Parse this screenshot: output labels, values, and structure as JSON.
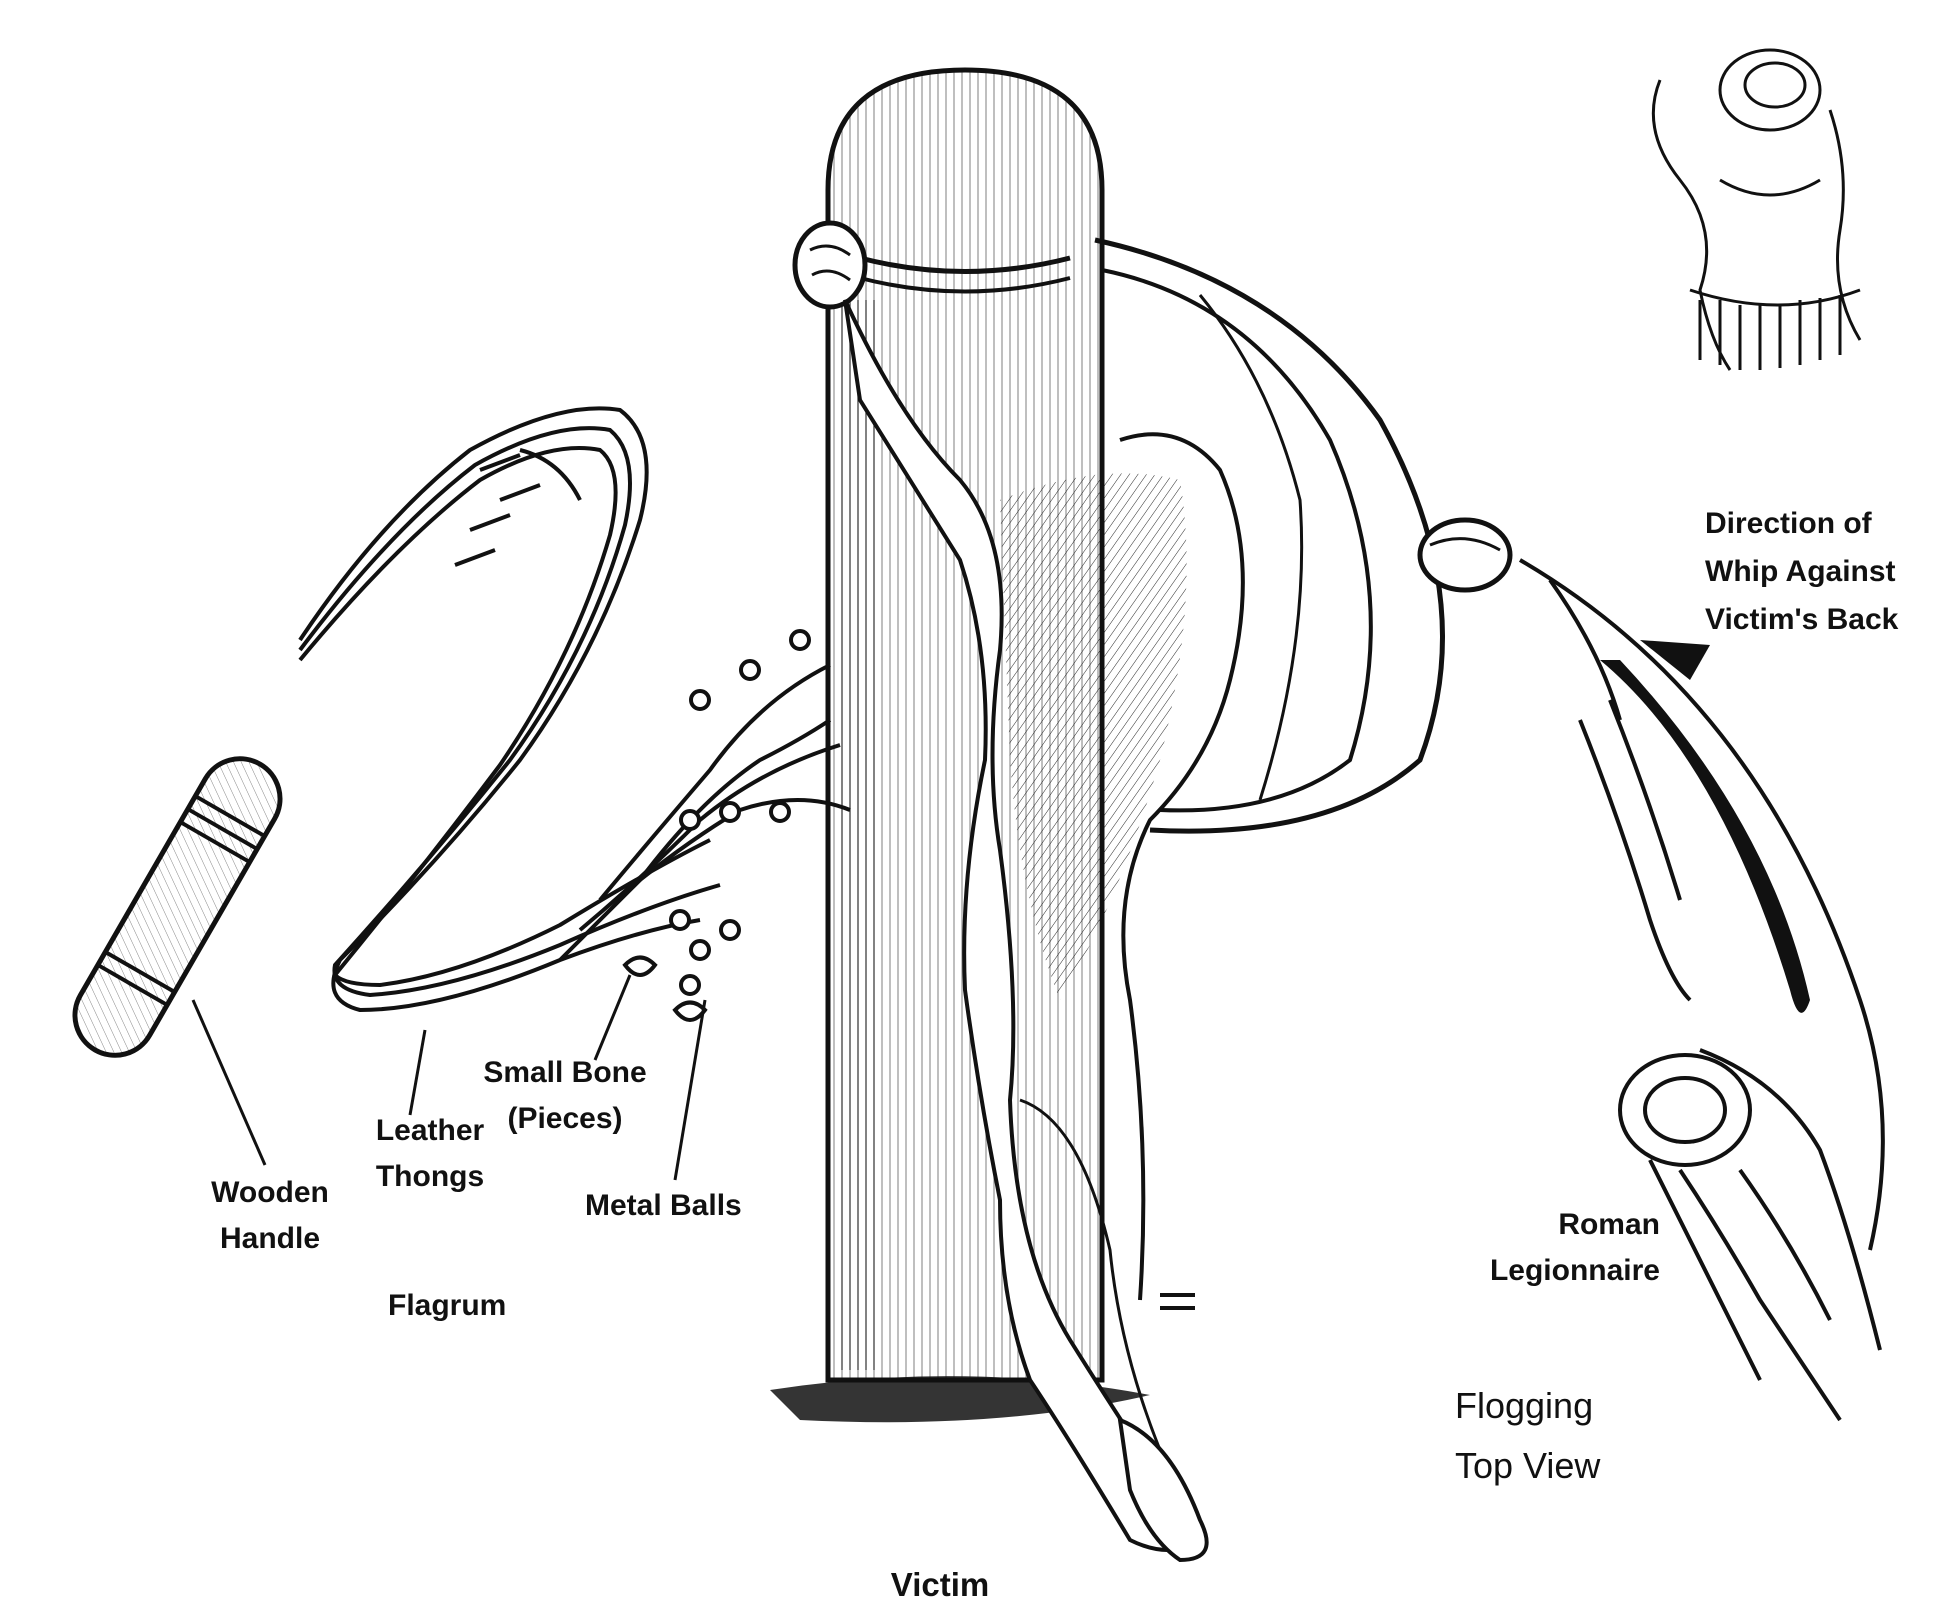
{
  "labels": {
    "wooden_handle": "Wooden\nHandle",
    "leather_thongs": "Leather\nThongs",
    "small_bone": "Small Bone\n(Pieces)",
    "metal_balls": "Metal Balls",
    "flagrum": "Flagrum",
    "victim": "Victim",
    "roman_legionnaire": "Roman\nLegionnaire",
    "direction_of_whip": "Direction of\nWhip Against\nVictim's Back",
    "flogging_top_view": "Flogging\nTop View"
  },
  "colors": {
    "ink": "#111111",
    "paper": "#ffffff"
  }
}
